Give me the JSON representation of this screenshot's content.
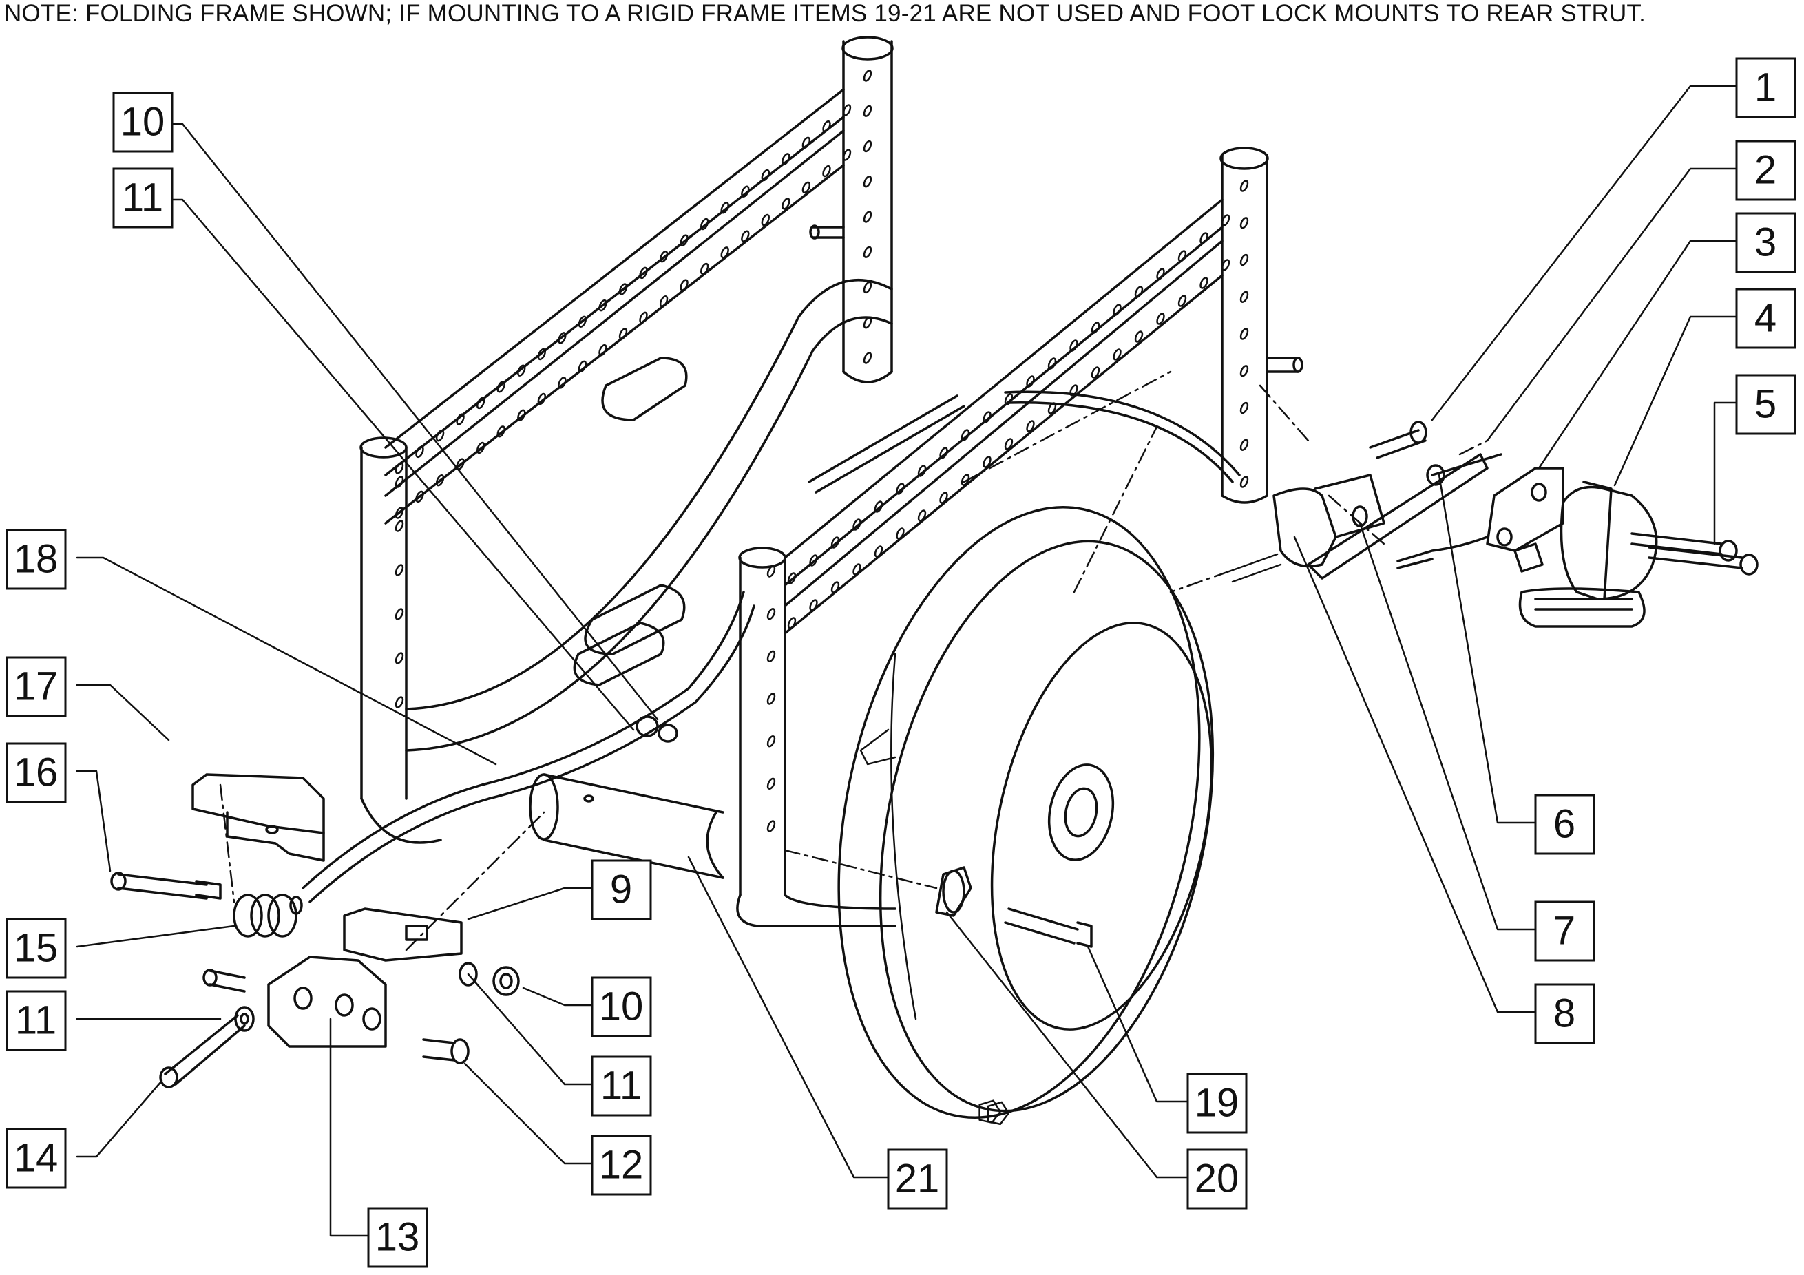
{
  "note": "NOTE: FOLDING FRAME SHOWN; IF MOUNTING TO A RIGID FRAME ITEMS 19-21 ARE NOT USED AND FOOT LOCK MOUNTS TO REAR STRUT.",
  "callouts": {
    "c1": "1",
    "c2": "2",
    "c3": "3",
    "c4": "4",
    "c5": "5",
    "c6": "6",
    "c7": "7",
    "c8": "8",
    "c9": "9",
    "c10a": "10",
    "c10b": "10",
    "c11a": "11",
    "c11b": "11",
    "c11c": "11",
    "c12": "12",
    "c13": "13",
    "c14": "14",
    "c15": "15",
    "c16": "16",
    "c17": "17",
    "c18": "18",
    "c19": "19",
    "c20": "20",
    "c21": "21"
  }
}
